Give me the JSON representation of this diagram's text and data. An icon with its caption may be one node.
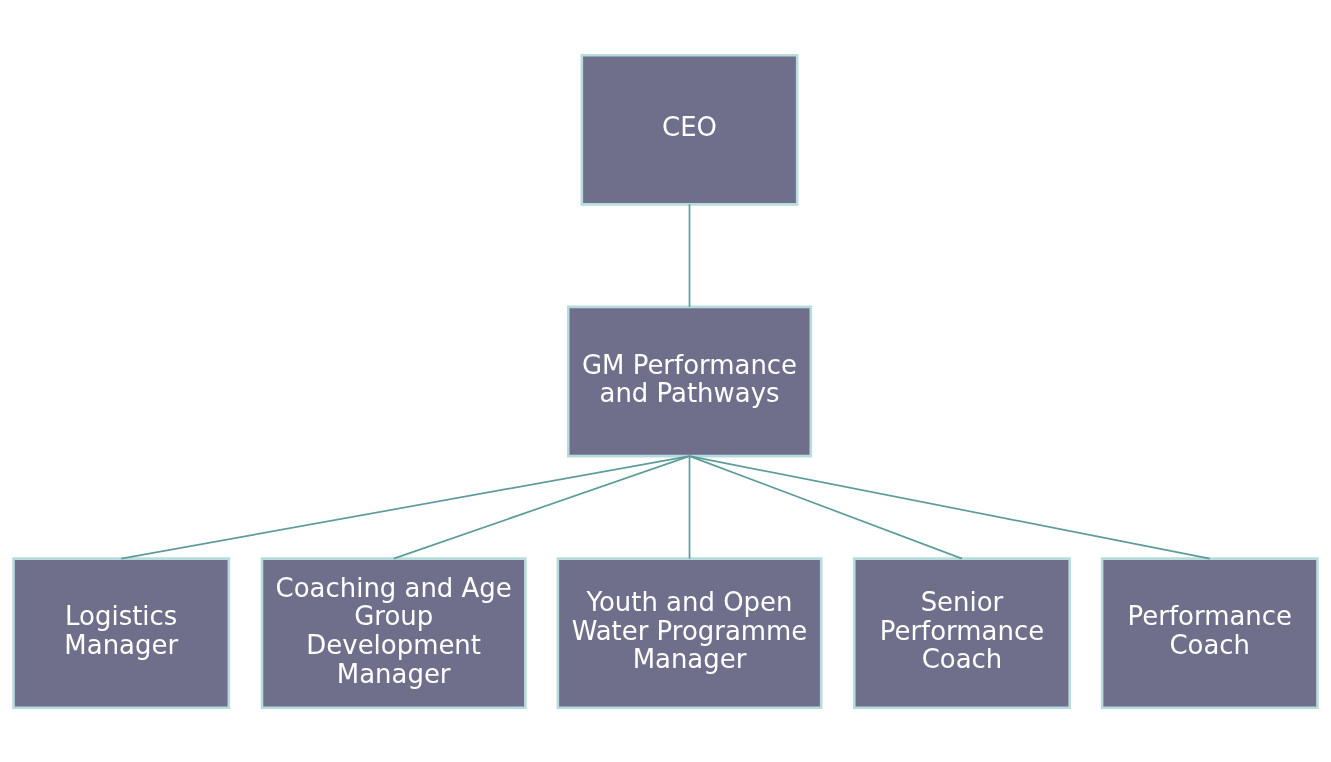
{
  "diagram": {
    "nodes": [
      {
        "text": [
          "CEO"
        ]
      },
      {
        "text": [
          "GM Performance and Pathways"
        ]
      },
      {
        "text": [
          "Logistics Manager"
        ]
      },
      {
        "text": [
          "Coaching and Age Group Development Manager"
        ]
      },
      {
        "text": [
          "Youth and Open Water Programme Manager"
        ]
      },
      {
        "text": [
          "Senior Performance Coach"
        ]
      },
      {
        "text": [
          "Performance Coach"
        ]
      }
    ],
    "edges": [
      {
        "from": 0,
        "to": 1,
        "arrow": "none"
      },
      {
        "from": 1,
        "to": 2,
        "arrow": "none"
      },
      {
        "from": 1,
        "to": 3,
        "arrow": "none"
      },
      {
        "from": 1,
        "to": 4,
        "arrow": "none"
      },
      {
        "from": 1,
        "to": 5,
        "arrow": "none"
      },
      {
        "from": 1,
        "to": 6,
        "arrow": "none"
      }
    ]
  }
}
